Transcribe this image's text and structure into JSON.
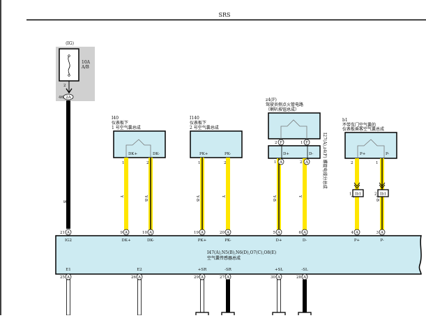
{
  "header": {
    "title": "SRS"
  },
  "fuse": {
    "group": "(IG)",
    "rating": "10A",
    "name": "A/B",
    "pin": "2",
    "connector": "2A",
    "connector_pin": "46"
  },
  "wire_colors": {
    "yellow": "#ffe600",
    "black": "#000000",
    "box_fill": "#cdebf2",
    "gray_zone": "#d0d0d0"
  },
  "wire_labels": {
    "ig_wire": "B",
    "dk_plus": "Y",
    "dk_minus": "Y-B",
    "pk_plus": "Y-B",
    "pk_minus": "Y",
    "d_plus": "Y-B",
    "d_minus": "Y",
    "p_plus": "Y",
    "p_minus": "Y-B"
  },
  "components": {
    "i40": {
      "id": "I40",
      "line1": "仪表板下",
      "line2": "1 号空气囊总成",
      "pins": [
        {
          "no": "1",
          "name": "DK+"
        },
        {
          "no": "2",
          "name": "DK-"
        }
      ]
    },
    "i140": {
      "id": "I140",
      "line1": "仪表板下",
      "line2": "2 号空气囊总成",
      "pins": [
        {
          "no": "1",
          "name": "PK+"
        },
        {
          "no": "2",
          "name": "PK-"
        }
      ]
    },
    "z4": {
      "id": "z4(F)",
      "line1": "驾驶员侧点火管电路",
      "line2": "（喇叭按钮总成）",
      "pins_top": [
        {
          "no": "2",
          "conn": "F"
        },
        {
          "no": "1",
          "conn": "F"
        }
      ],
      "pins_bottom": [
        {
          "no": "1",
          "conn": "A",
          "name": "D+"
        },
        {
          "no": "2",
          "conn": "A",
          "name": "D-"
        }
      ],
      "spiral_label": "I27(A),z4(F) 螺旋电缆分总成"
    },
    "b1": {
      "id": "b1",
      "line1": "不带车门空气囊的",
      "line2": "仪表板乘客空气囊总成",
      "pins": [
        {
          "no": "2",
          "name": "P+"
        },
        {
          "no": "1",
          "name": "P-"
        }
      ],
      "junctions": [
        {
          "no": "1",
          "conn": "Ib1"
        },
        {
          "no": "2",
          "conn": "Ib1"
        }
      ]
    }
  },
  "sensor": {
    "connectors": "I47(A),N5(B),N6(D),O7(C),O8(E)",
    "name": "空气囊传感器总成",
    "conn_letter": "A",
    "top_pins": [
      {
        "no": "21",
        "name": "IG2"
      },
      {
        "no": "9",
        "name": "DK+"
      },
      {
        "no": "10",
        "name": "DK-"
      },
      {
        "no": "19",
        "name": "PK+"
      },
      {
        "no": "20",
        "name": "PK-"
      },
      {
        "no": "5",
        "name": "D+"
      },
      {
        "no": "6",
        "name": "D-"
      },
      {
        "no": "4",
        "name": "P+"
      },
      {
        "no": "3",
        "name": "P-"
      }
    ],
    "bottom_pins": [
      {
        "no": "25",
        "name": "E1"
      },
      {
        "no": "26",
        "name": "E2"
      },
      {
        "no": "29",
        "name": "+SR"
      },
      {
        "no": "27",
        "name": "-SR"
      },
      {
        "no": "30",
        "name": "+SL"
      },
      {
        "no": "28",
        "name": "-SL"
      }
    ]
  }
}
